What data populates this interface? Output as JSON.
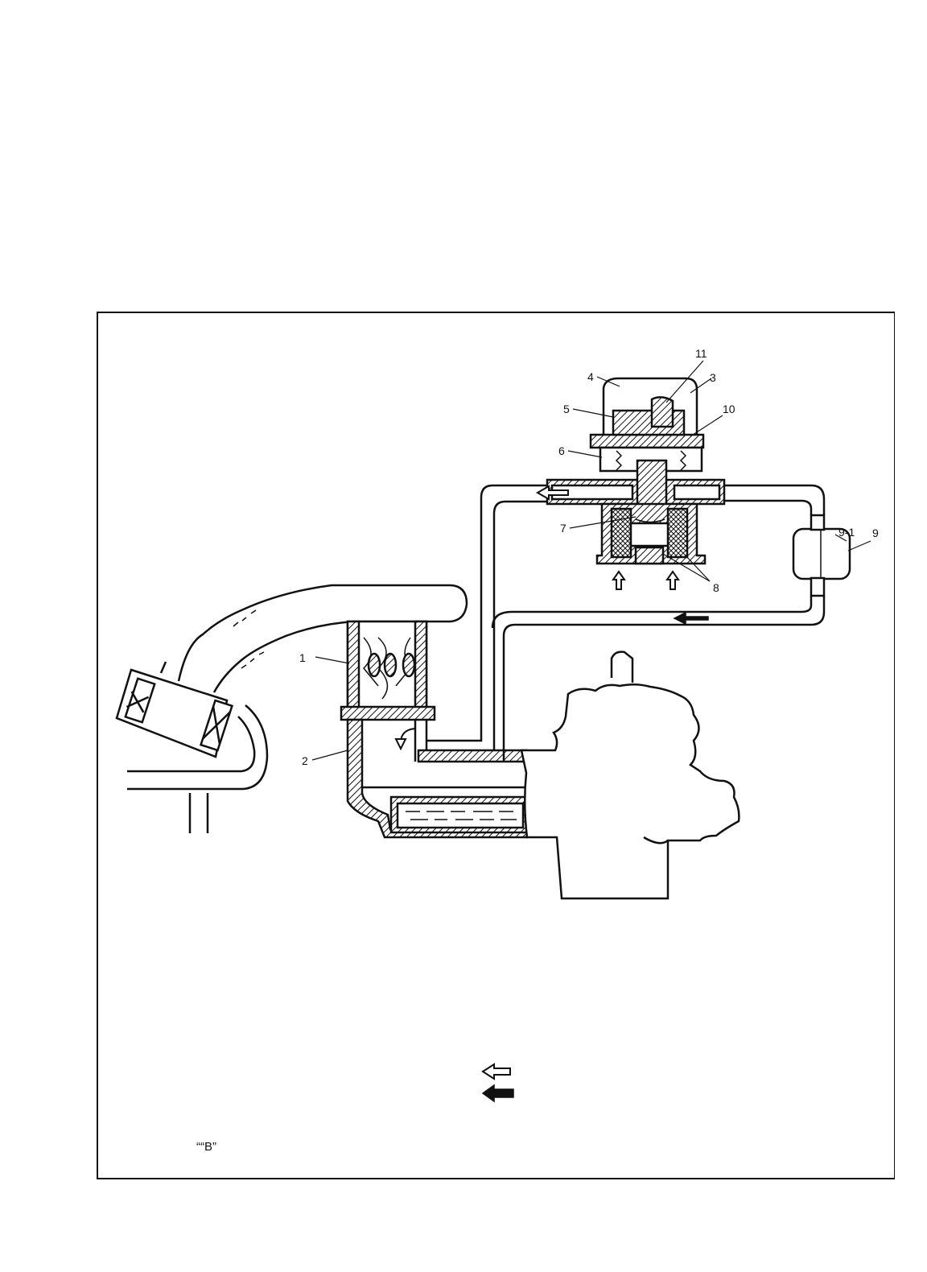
{
  "diagram": {
    "labels": [
      "1",
      "2",
      "3",
      "4",
      "5",
      "6",
      "7",
      "8",
      "9",
      "9-1",
      "10",
      "11"
    ],
    "reference_mark": "““B”",
    "colors": {
      "ink": "#111111",
      "paper": "#ffffff"
    },
    "legend": {
      "icons": [
        "hollow-arrow-icon",
        "solid-arrow-icon"
      ]
    }
  }
}
